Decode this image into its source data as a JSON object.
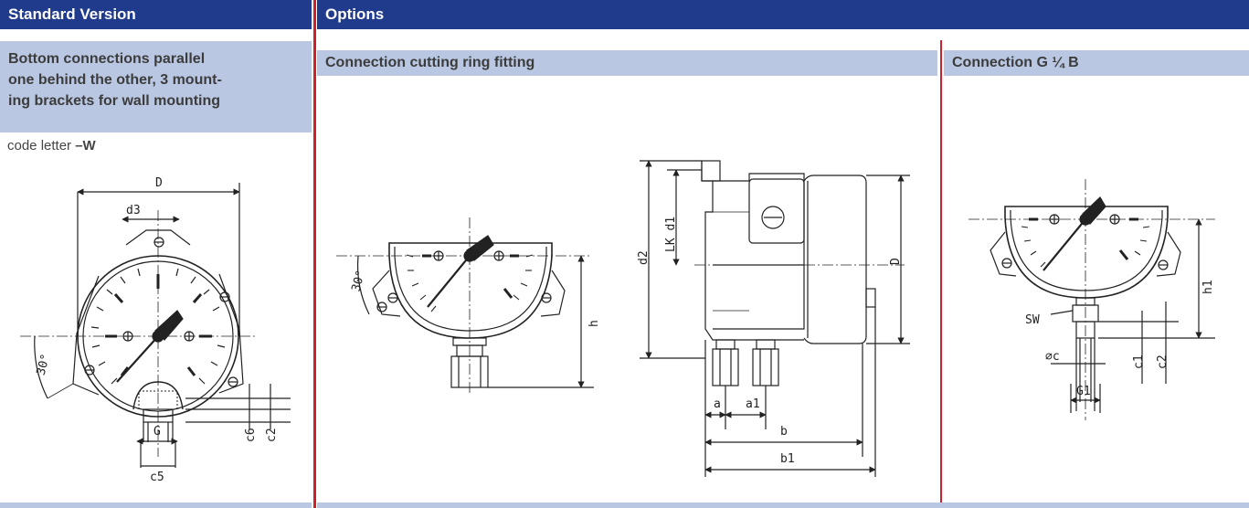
{
  "standard": {
    "header": "Standard Version",
    "subheader_lines": [
      "Bottom connections parallel",
      "one behind the other, 3 mount-",
      "ing brackets for wall mounting"
    ],
    "code_prefix": "code letter ",
    "code_value": "–W",
    "labels": {
      "D": "D",
      "d3": "d3",
      "angle": "30°",
      "G": "G",
      "c5": "c5",
      "c6": "c6",
      "c2": "c2"
    }
  },
  "options": {
    "header": "Options",
    "cutting_ring": {
      "title": "Connection cutting ring fitting",
      "labels": {
        "angle": "30°",
        "h": "h",
        "d2": "d2",
        "LK_d1": "LK d1",
        "D": "D",
        "a": "a",
        "a1": "a1",
        "b": "b",
        "b1": "b1"
      }
    },
    "g14b": {
      "title": "Connection G ¼ B",
      "labels": {
        "SW": "SW",
        "h1": "h1",
        "phi_c": "⌀c",
        "c1": "c1",
        "c2": "c2",
        "G1": "G1"
      }
    }
  },
  "colors": {
    "header_bg": "#203a8c",
    "subheader_bg": "#b9c7e2",
    "divider": "#d21f2a",
    "line": "#222222"
  }
}
